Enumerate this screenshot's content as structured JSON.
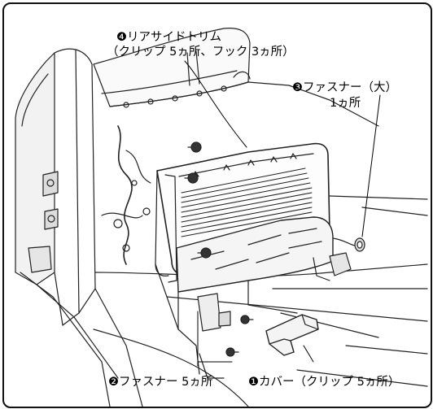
{
  "labels": {
    "rear_side_trim": {
      "title": "❹リアサイドトリム",
      "detail": "（クリップ 5ヵ所、フック 3ヵ所）"
    },
    "fastener_large": {
      "title": "❸ファスナー（大）",
      "detail": "1ヵ所"
    },
    "fastener": {
      "title": "❷ファスナー 5ヵ所"
    },
    "cover": {
      "title": "❶カバー（クリップ 5ヵ所）"
    }
  }
}
